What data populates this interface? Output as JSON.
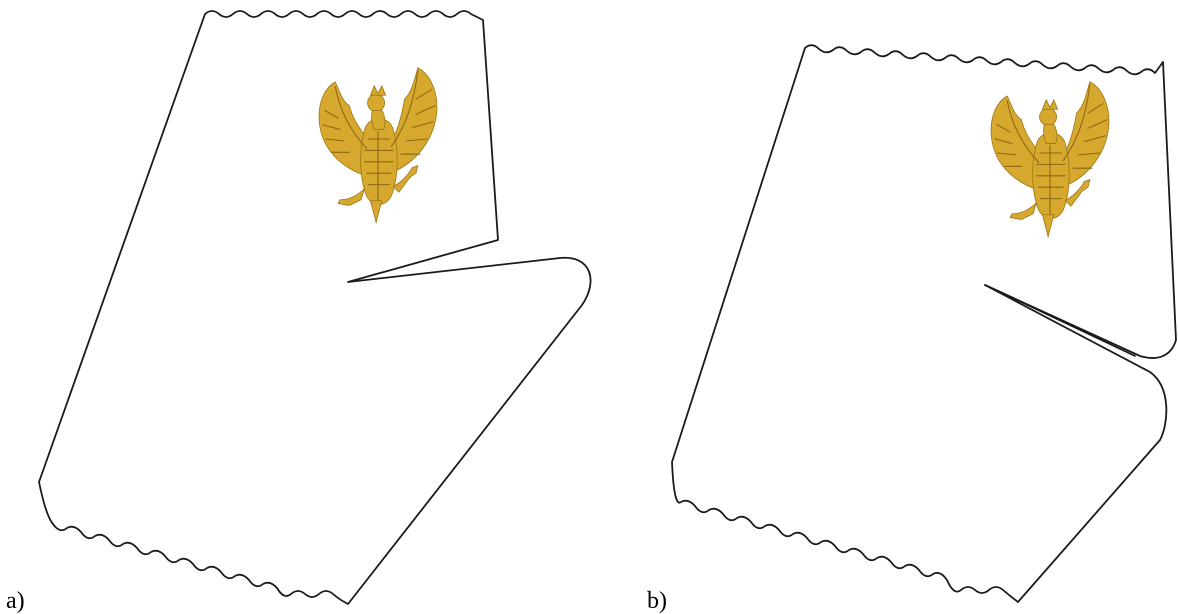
{
  "figure": {
    "panels": [
      {
        "id": "a",
        "label": "a)",
        "emblem_icon": "gold-eagle-icon"
      },
      {
        "id": "b",
        "label": "b)",
        "emblem_icon": "gold-eagle-icon"
      }
    ],
    "colors": {
      "outline": "#1a1a1a",
      "emblem_gold": "#d6a92e",
      "background": "#ffffff"
    }
  }
}
